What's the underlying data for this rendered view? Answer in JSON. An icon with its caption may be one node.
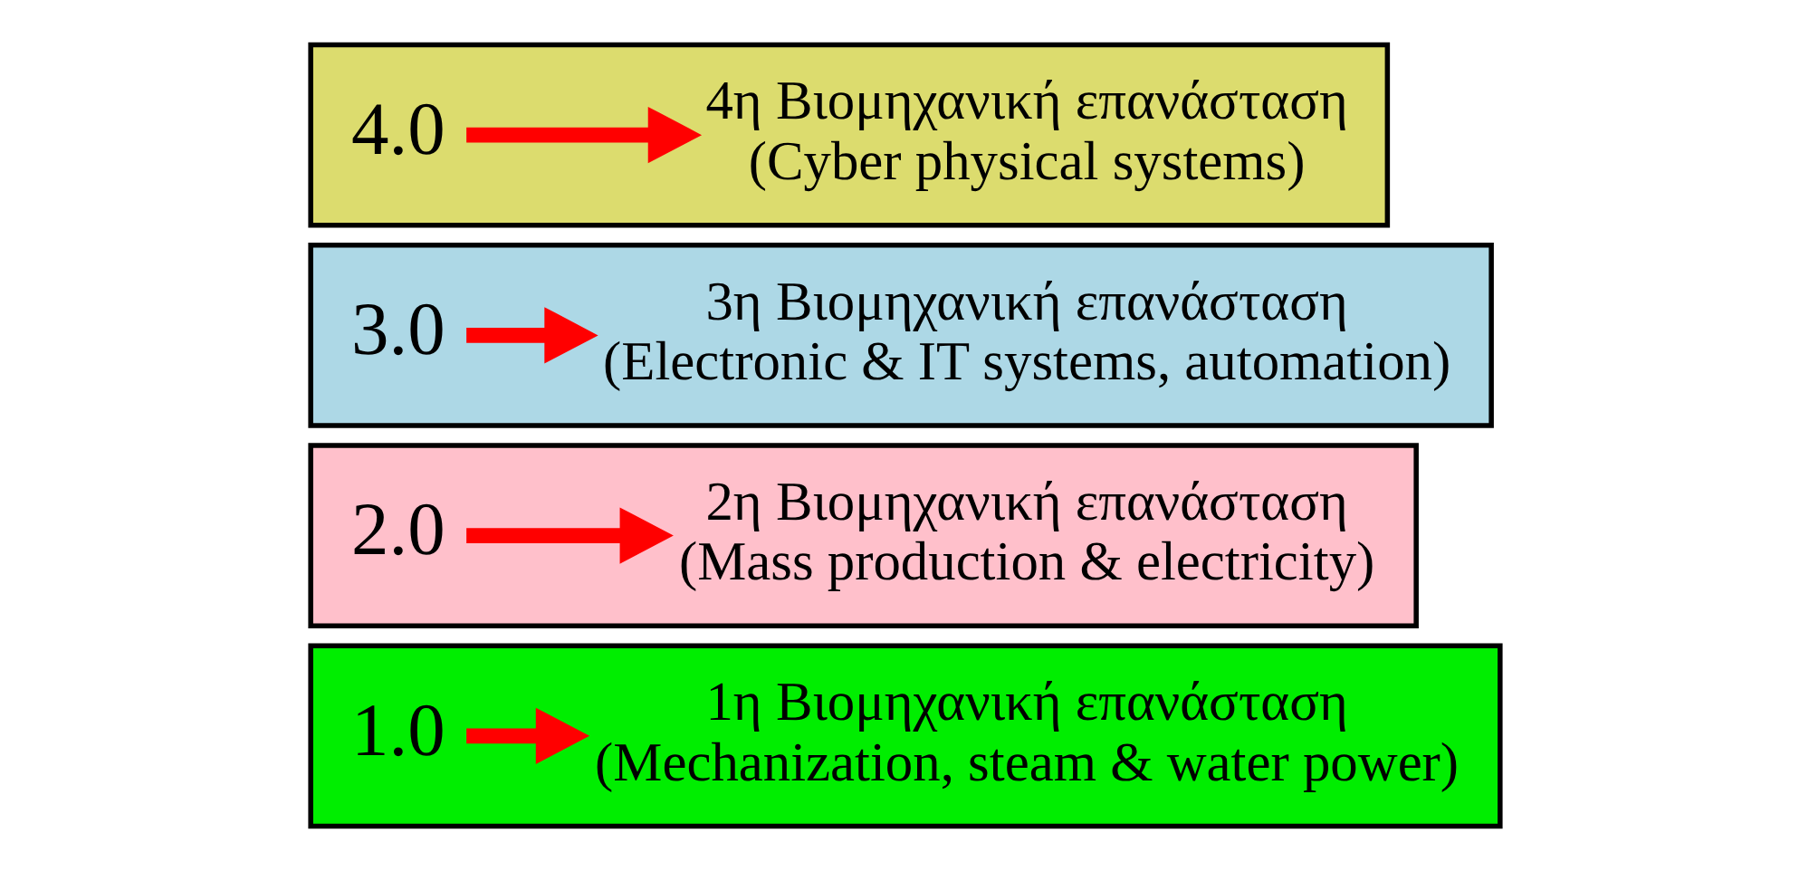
{
  "diagram": {
    "nodes": [
      {
        "text": [],
        "shape": "box"
      },
      {
        "text": [
          "4.0"
        ],
        "in": 0
      },
      {
        "text": [
          "4η Βιομηχανική επανάσταση",
          "(Cyber physical systems)"
        ],
        "in": 0
      },
      {
        "text": [],
        "shape": "box"
      },
      {
        "text": [
          "3.0"
        ],
        "in": 3
      },
      {
        "text": [
          "3η Βιομηχανική επανάσταση",
          "(Electronic & IT systems, automation)"
        ],
        "in": 3
      },
      {
        "text": [],
        "shape": "box"
      },
      {
        "text": [
          "2.0"
        ],
        "in": 6
      },
      {
        "text": [
          "2η Βιομηχανική επανάσταση",
          "(Mass production & electricity)"
        ],
        "in": 6
      },
      {
        "text": [],
        "shape": "box"
      },
      {
        "text": [
          "1.0"
        ],
        "in": 9
      },
      {
        "text": [
          "1η Βιομηχανική επανάσταση",
          "(Mechanization, steam & water power)"
        ],
        "in": 9
      }
    ],
    "edges": [
      {
        "from": 1,
        "to": 2,
        "arrow": "to"
      },
      {
        "from": 4,
        "to": 5,
        "arrow": "to"
      },
      {
        "from": 7,
        "to": 8,
        "arrow": "to"
      },
      {
        "from": 10,
        "to": 11,
        "arrow": "to"
      }
    ]
  }
}
